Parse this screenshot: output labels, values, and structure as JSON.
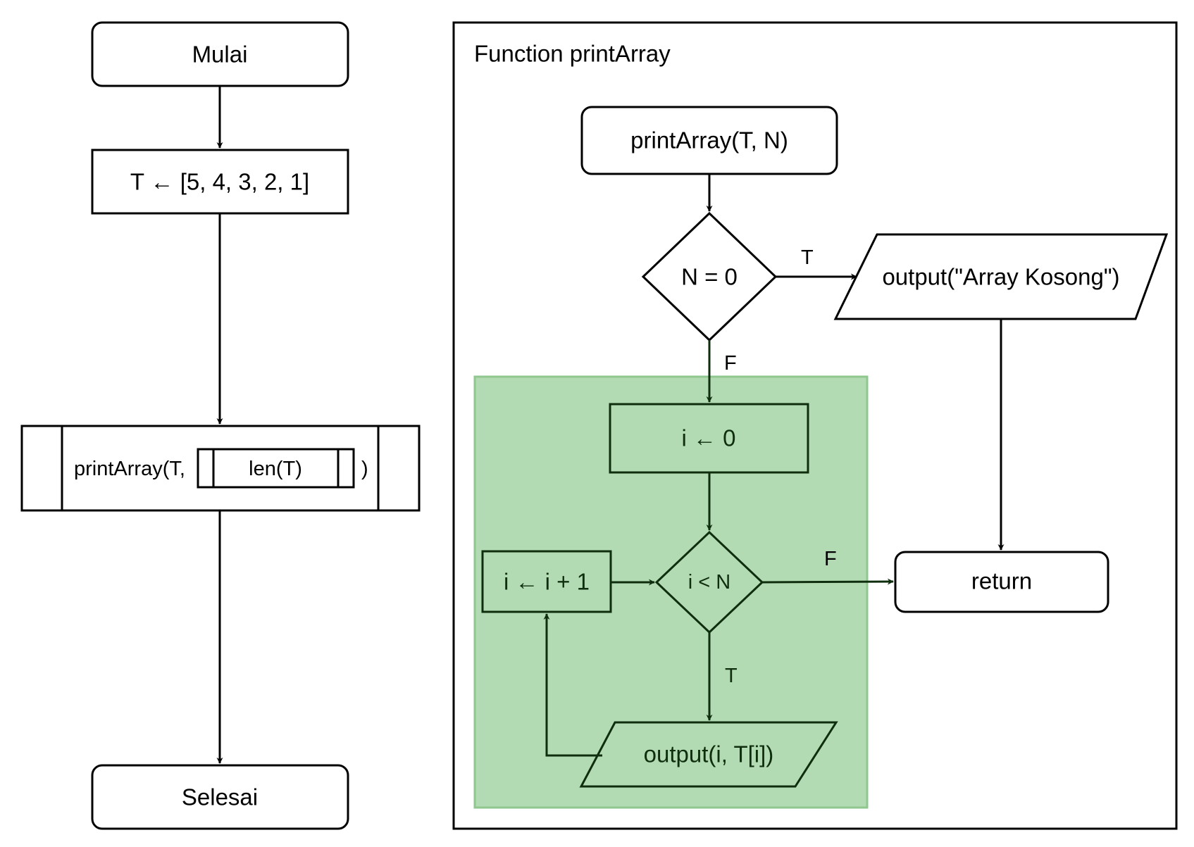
{
  "main_flow": {
    "start": "Mulai",
    "assign": "T ← [5, 4, 3, 2, 1]",
    "call_prefix": "printArray(T,",
    "call_inner": "len(T)",
    "call_suffix": ")",
    "end": "Selesai"
  },
  "function": {
    "title": "Function printArray",
    "header": "printArray(T, N)",
    "condition": "N = 0",
    "true_label": "T",
    "false_label": "F",
    "empty_output": "output(\"Array Kosong\")",
    "return": "return"
  },
  "loop": {
    "init": "i ← 0",
    "condition": "i < N",
    "increment": "i ← i + 1",
    "body_output": "output(i, T[i])",
    "true_label": "T",
    "false_label": "F"
  },
  "colors": {
    "loop_fill": "#b3dbb3",
    "loop_border": "#8fc78f",
    "loop_stroke": "#0e2e0e"
  }
}
